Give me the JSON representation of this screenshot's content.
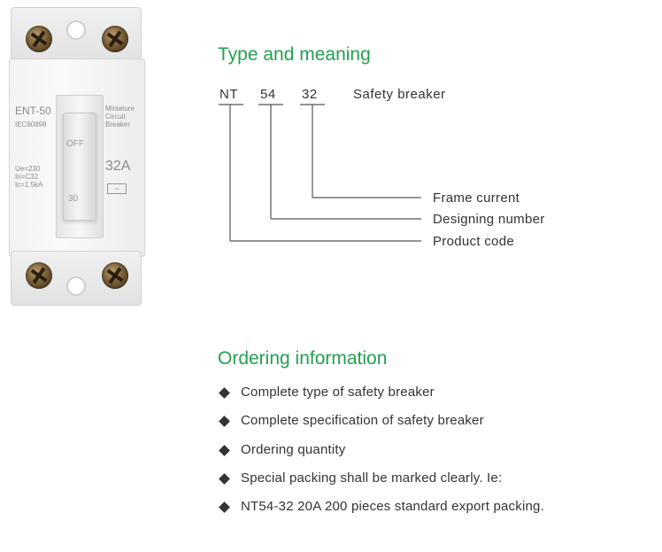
{
  "product_image": {
    "model": "ENT-50",
    "standard": "IEC60898",
    "type_text": "Miniature Circuit Breaker",
    "rated_current": "32A",
    "ratings": "Ue=230 In=C32 Ic=1.5kA",
    "lever_state": "OFF",
    "lever_number": "30"
  },
  "type_section": {
    "title": "Type and meaning",
    "code_parts": [
      "NT",
      "54",
      "32"
    ],
    "description": "Safety breaker",
    "meanings": {
      "frame_current": "Frame current",
      "designing_number": "Designing number",
      "product_code": "Product code"
    }
  },
  "ordering_section": {
    "title": "Ordering information",
    "items": [
      "Complete type of safety breaker",
      "Complete specification of safety breaker",
      "Ordering quantity",
      "Special packing shall be marked clearly. Ie:",
      "NT54-32 20A 200 pieces standard export packing."
    ]
  }
}
